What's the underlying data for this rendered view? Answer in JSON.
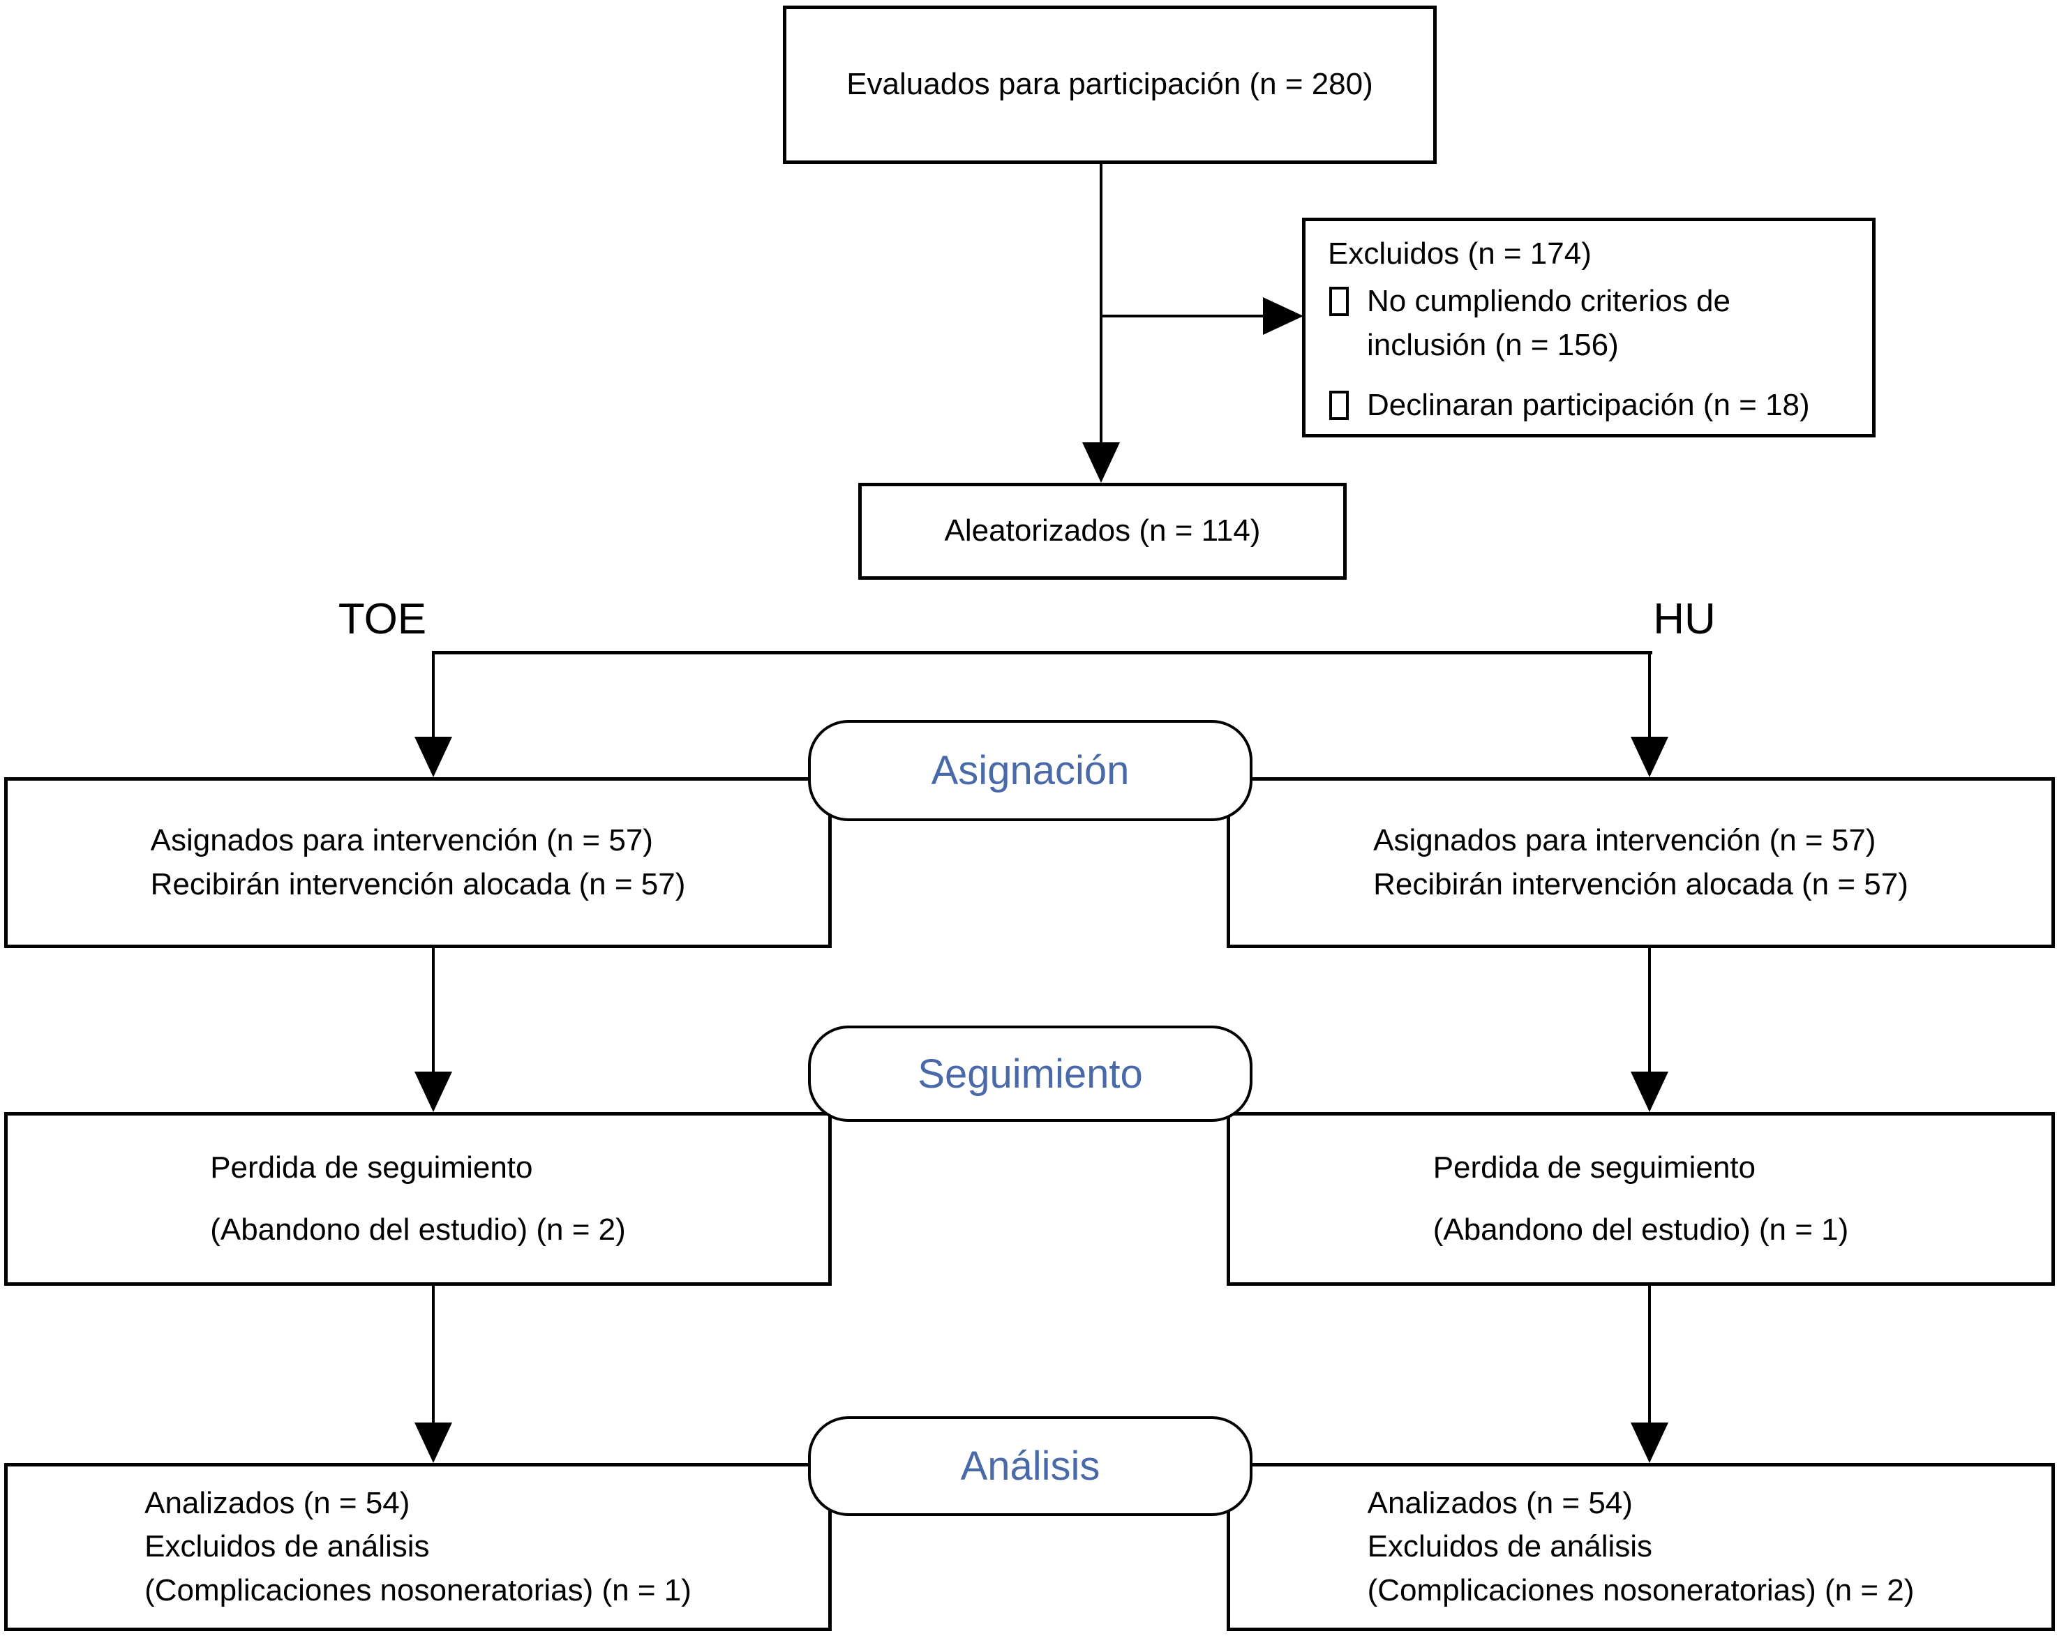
{
  "diagram": {
    "colors": {
      "stage_label": "#4a69a8",
      "line": "#000000",
      "background": "#ffffff"
    },
    "top_box": {
      "text": "Evaluados para participación (n = 280)"
    },
    "excluded_box": {
      "title": "Excluidos (n = 174)",
      "items": [
        {
          "lines": [
            "No cumpliendo criterios de",
            "inclusión (n = 156)"
          ]
        },
        {
          "lines": [
            "Declinaran participación (n = 18)"
          ]
        }
      ]
    },
    "randomized_box": {
      "text": "Aleatorizados (n = 114)"
    },
    "arms": {
      "left_label": "TOE",
      "right_label": "HU"
    },
    "stages": [
      {
        "label": "Asignación"
      },
      {
        "label": "Seguimiento"
      },
      {
        "label": "Análisis"
      }
    ],
    "left_column": {
      "assignment": {
        "lines": [
          "Asignados para intervención (n = 57)",
          "Recibirán intervención alocada (n = 57)"
        ]
      },
      "followup": {
        "lines": [
          "Perdida de seguimiento",
          "(Abandono del estudio) (n = 2)"
        ]
      },
      "analysis": {
        "lines": [
          "Analizados (n = 54)",
          "Excluidos de análisis",
          "(Complicaciones nosoneratorias) (n = 1)"
        ]
      }
    },
    "right_column": {
      "assignment": {
        "lines": [
          "Asignados para intervención (n = 57)",
          "Recibirán intervención alocada (n = 57)"
        ]
      },
      "followup": {
        "lines": [
          "Perdida de seguimiento",
          "(Abandono del estudio) (n = 1)"
        ]
      },
      "analysis": {
        "lines": [
          "Analizados (n = 54)",
          "Excluidos de análisis",
          "(Complicaciones nosoneratorias) (n = 2)"
        ]
      }
    }
  }
}
